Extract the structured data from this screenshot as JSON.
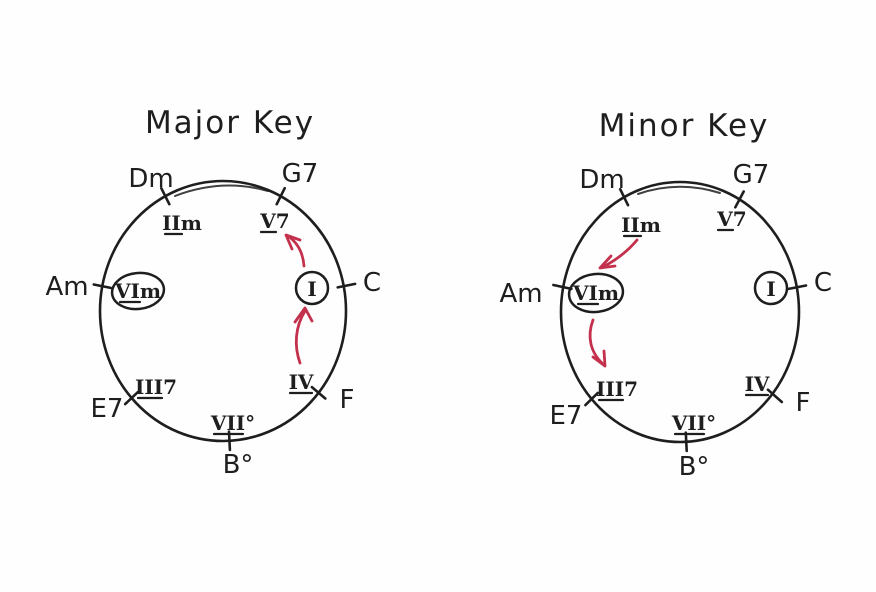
{
  "colors": {
    "ink": "#1e1e1e",
    "arrow_red": "#c4314d",
    "background": "#fefefe"
  },
  "diagrams": [
    {
      "id": "major",
      "title": "Major Key",
      "slots": [
        {
          "chord": "Dm",
          "numeral": "IIm"
        },
        {
          "chord": "G7",
          "numeral": "V7"
        },
        {
          "chord": "C",
          "numeral": "I",
          "emphasis": "circled"
        },
        {
          "chord": "F",
          "numeral": "IV"
        },
        {
          "chord": "B°",
          "numeral": "VII°"
        },
        {
          "chord": "E7",
          "numeral": "III7"
        },
        {
          "chord": "Am",
          "numeral": "VIm",
          "emphasis": "circled"
        }
      ],
      "arrows": [
        {
          "from": "IV",
          "to": "I"
        },
        {
          "from": "I",
          "to": "V7"
        }
      ]
    },
    {
      "id": "minor",
      "title": "Minor Key",
      "slots": [
        {
          "chord": "Dm",
          "numeral": "IIm"
        },
        {
          "chord": "G7",
          "numeral": "V7"
        },
        {
          "chord": "C",
          "numeral": "I",
          "emphasis": "circled"
        },
        {
          "chord": "F",
          "numeral": "IV"
        },
        {
          "chord": "B°",
          "numeral": "VII°"
        },
        {
          "chord": "E7",
          "numeral": "III7"
        },
        {
          "chord": "Am",
          "numeral": "VIm",
          "emphasis": "circled"
        }
      ],
      "arrows": [
        {
          "from": "IIm",
          "to": "VIm"
        },
        {
          "from": "VIm",
          "to": "III7"
        }
      ]
    }
  ]
}
